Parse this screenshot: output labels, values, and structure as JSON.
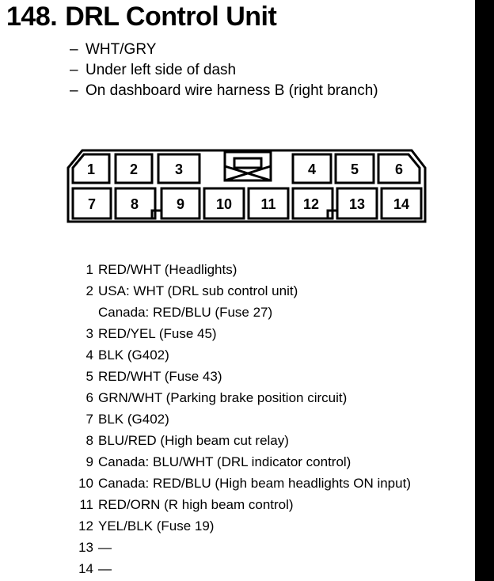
{
  "title": {
    "number": "148.",
    "text": "DRL Control Unit"
  },
  "notes": [
    "WHT/GRY",
    "Under left side of dash",
    "On dashboard wire harness B (right branch)"
  ],
  "dash": "–",
  "connector": {
    "top_row": [
      "1",
      "2",
      "3",
      "4",
      "5",
      "6"
    ],
    "bottom_row": [
      "7",
      "8",
      "9",
      "10",
      "11",
      "12",
      "13",
      "14"
    ]
  },
  "pins": [
    {
      "num": "1",
      "lines": [
        "RED/WHT (Headlights)"
      ]
    },
    {
      "num": "2",
      "lines": [
        "USA: WHT (DRL sub control unit)",
        "Canada: RED/BLU (Fuse 27)"
      ]
    },
    {
      "num": "3",
      "lines": [
        "RED/YEL (Fuse 45)"
      ]
    },
    {
      "num": "4",
      "lines": [
        "BLK (G402)"
      ]
    },
    {
      "num": "5",
      "lines": [
        "RED/WHT (Fuse 43)"
      ]
    },
    {
      "num": "6",
      "lines": [
        "GRN/WHT (Parking brake position circuit)"
      ]
    },
    {
      "num": "7",
      "lines": [
        "BLK (G402)"
      ]
    },
    {
      "num": "8",
      "lines": [
        "BLU/RED (High beam cut relay)"
      ]
    },
    {
      "num": "9",
      "lines": [
        "Canada: BLU/WHT (DRL indicator control)"
      ]
    },
    {
      "num": "10",
      "lines": [
        "Canada: RED/BLU (High beam headlights ON input)"
      ]
    },
    {
      "num": "11",
      "lines": [
        "RED/ORN (R high beam control)"
      ]
    },
    {
      "num": "12",
      "lines": [
        "YEL/BLK (Fuse 19)"
      ]
    },
    {
      "num": "13",
      "lines": [
        "—"
      ]
    },
    {
      "num": "14",
      "lines": [
        "—"
      ]
    }
  ]
}
